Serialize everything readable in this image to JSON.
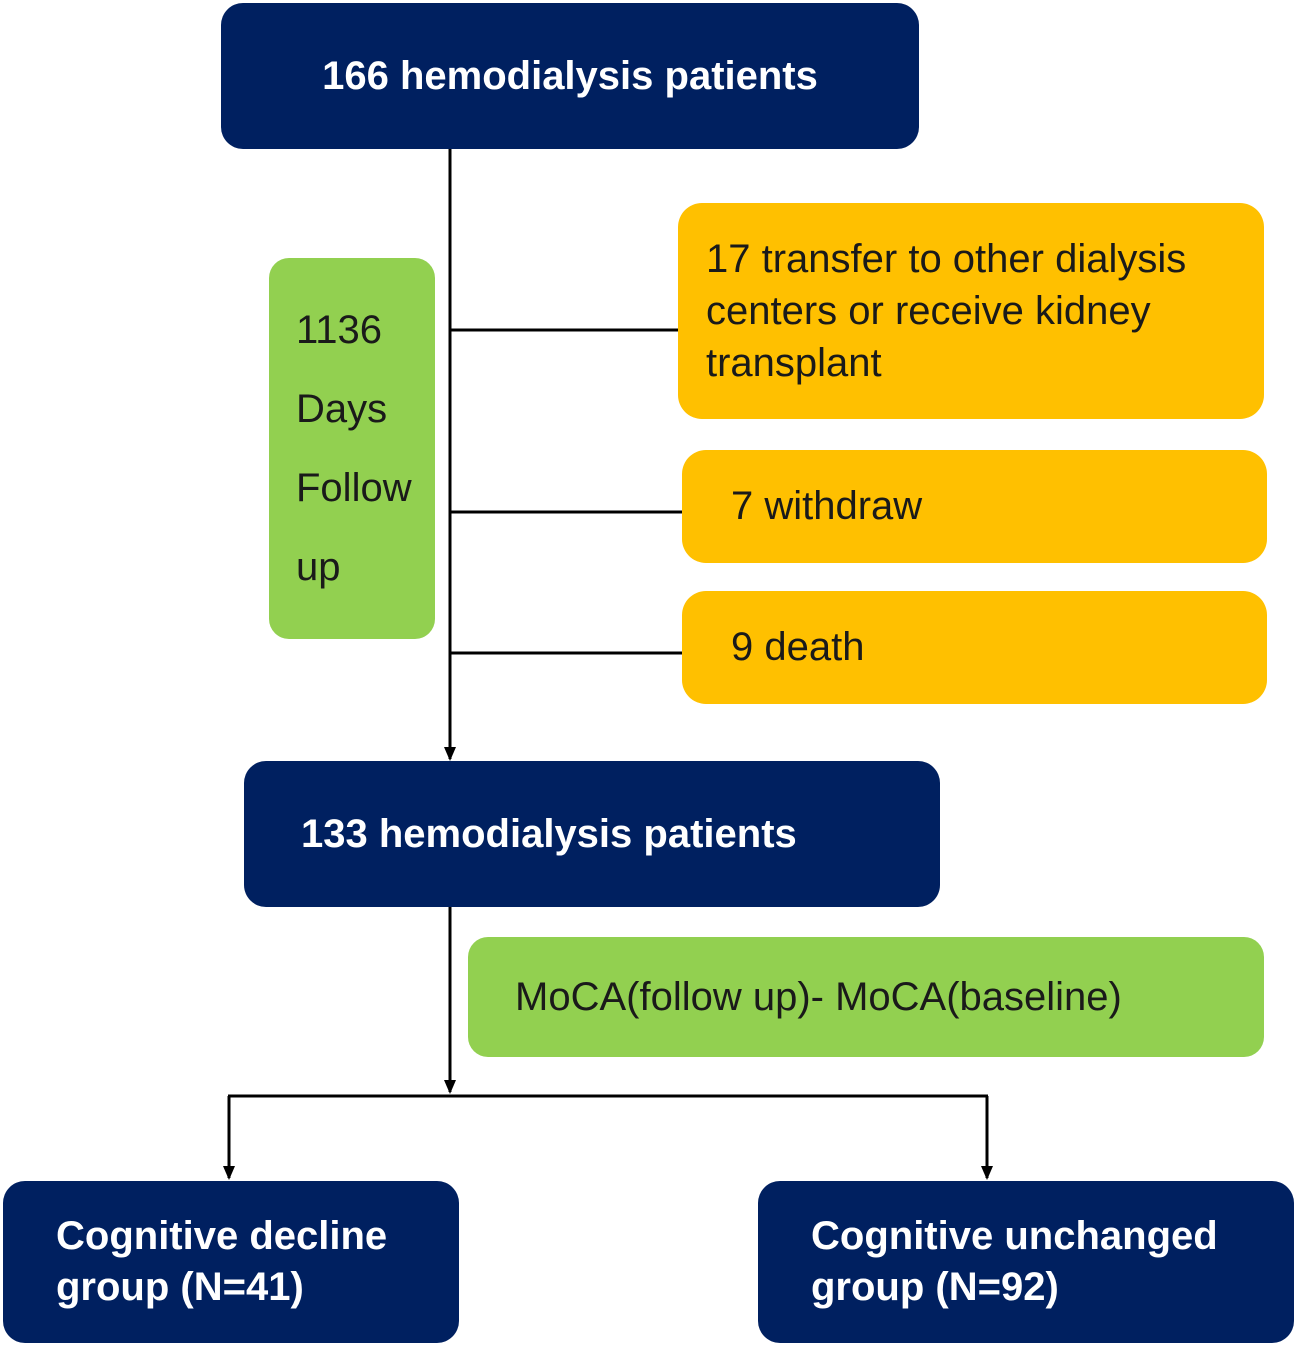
{
  "nodes": {
    "start": "166 hemodialysis patients",
    "followup_lines": [
      "1136",
      "Days",
      "Follow",
      "up"
    ],
    "exclusion_transfer_lines": [
      "17 transfer to other dialysis",
      "centers or receive kidney",
      "transplant"
    ],
    "exclusion_withdraw": "7 withdraw",
    "exclusion_death": "9 death",
    "remaining": "133 hemodialysis patients",
    "grouping_criterion": "MoCA(follow up)- MoCA(baseline)",
    "decline_group_lines": [
      "Cognitive decline",
      "group (N=41)"
    ],
    "unchanged_group_lines": [
      "Cognitive unchanged",
      "group (N=92)"
    ]
  },
  "colors": {
    "navy": "#002060",
    "orange": "#FFC000",
    "green": "#92D050",
    "line": "#000000"
  }
}
